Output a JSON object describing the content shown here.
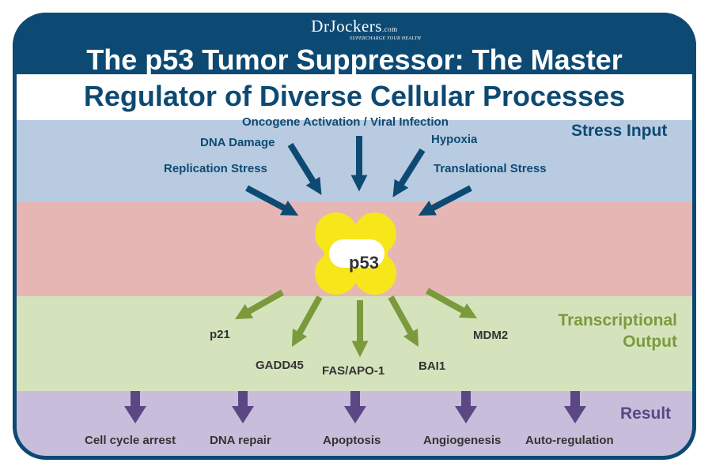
{
  "brand": {
    "name": "DrJockers",
    "suffix": ".com",
    "tagline": "SUPERCHARGE YOUR HEALTH"
  },
  "title": {
    "line1": "The p53 Tumor Suppressor: The Master",
    "line2": "Regulator of Diverse Cellular Processes"
  },
  "sections": {
    "stress": "Stress Input",
    "output": [
      "Transcriptional",
      "Output"
    ],
    "result": "Result"
  },
  "stress_inputs": [
    "Oncogene Activation / Viral Infection",
    "DNA Damage",
    "Hypoxia",
    "Replication Stress",
    "Translational Stress"
  ],
  "hub": {
    "label": "p53"
  },
  "outputs": [
    "p21",
    "GADD45",
    "FAS/APO-1",
    "BAI1",
    "MDM2"
  ],
  "results": [
    "Cell cycle arrest",
    "DNA repair",
    "Apoptosis",
    "Angiogenesis",
    "Auto-regulation"
  ],
  "colors": {
    "navy": "#0d4a73",
    "stress_band": "#b8cbe1",
    "core_band": "#e6b6b5",
    "output_band": "#d5e3bd",
    "result_band": "#c8bedb",
    "green_arrow": "#7b9a3c",
    "purple_arrow": "#5b4784",
    "p53_yellow": "#f7e619"
  }
}
